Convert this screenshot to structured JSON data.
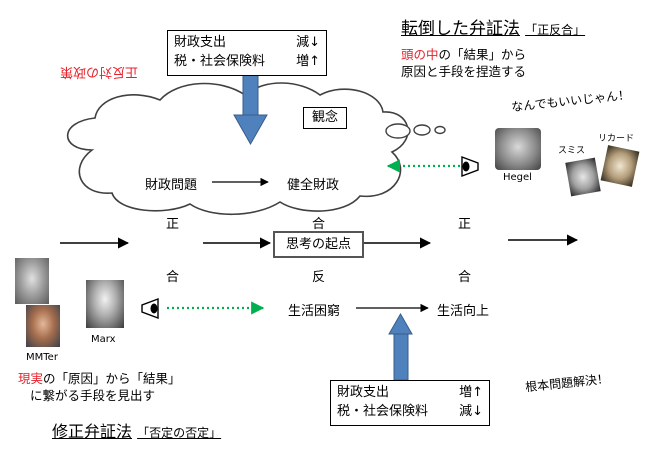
{
  "title_top": {
    "main": "転倒した弁証法",
    "sub": "「正反合」"
  },
  "desc_top": {
    "line1_red": "頭の中",
    "line1_rest": "の「結果」から",
    "line2": "原因と手段を捏造する"
  },
  "comment_top": "なんでもいいじゃん！",
  "mirrored_label": "正反対の政策",
  "policy_top": {
    "row1_label": "財政支出",
    "row1_value": "減↓",
    "row2_label": "税・社会保険料",
    "row2_value": "増↑"
  },
  "idea_label": "観念",
  "cloud": {
    "left": "財政問題",
    "right": "健全財政"
  },
  "stages_top": [
    "正",
    "合",
    "正"
  ],
  "stages_bottom": [
    "合",
    "反",
    "合"
  ],
  "center_box": "思考の起点",
  "bottom_flow": {
    "left": "生活困窮",
    "right": "生活向上"
  },
  "policy_bottom": {
    "row1_label": "財政支出",
    "row1_value": "増↑",
    "row2_label": "税・社会保険料",
    "row2_value": "減↓"
  },
  "comment_bottom": "根本問題解決！",
  "desc_bottom": {
    "line1_a_red": "現実",
    "line1_b": "の「原因」から「結果」",
    "line2": "に繋がる手段を見出す"
  },
  "title_bottom": {
    "main": "修正弁証法",
    "sub": "「否定の否定」"
  },
  "people": {
    "hegel": "Hegel",
    "smith": "スミス",
    "ricardo": "リカード",
    "mmter": "MMTer",
    "marx": "Marx"
  },
  "colors": {
    "red": "#e8202a",
    "blue_arrow": "#4f81bd",
    "green_dots": "#00b050"
  }
}
